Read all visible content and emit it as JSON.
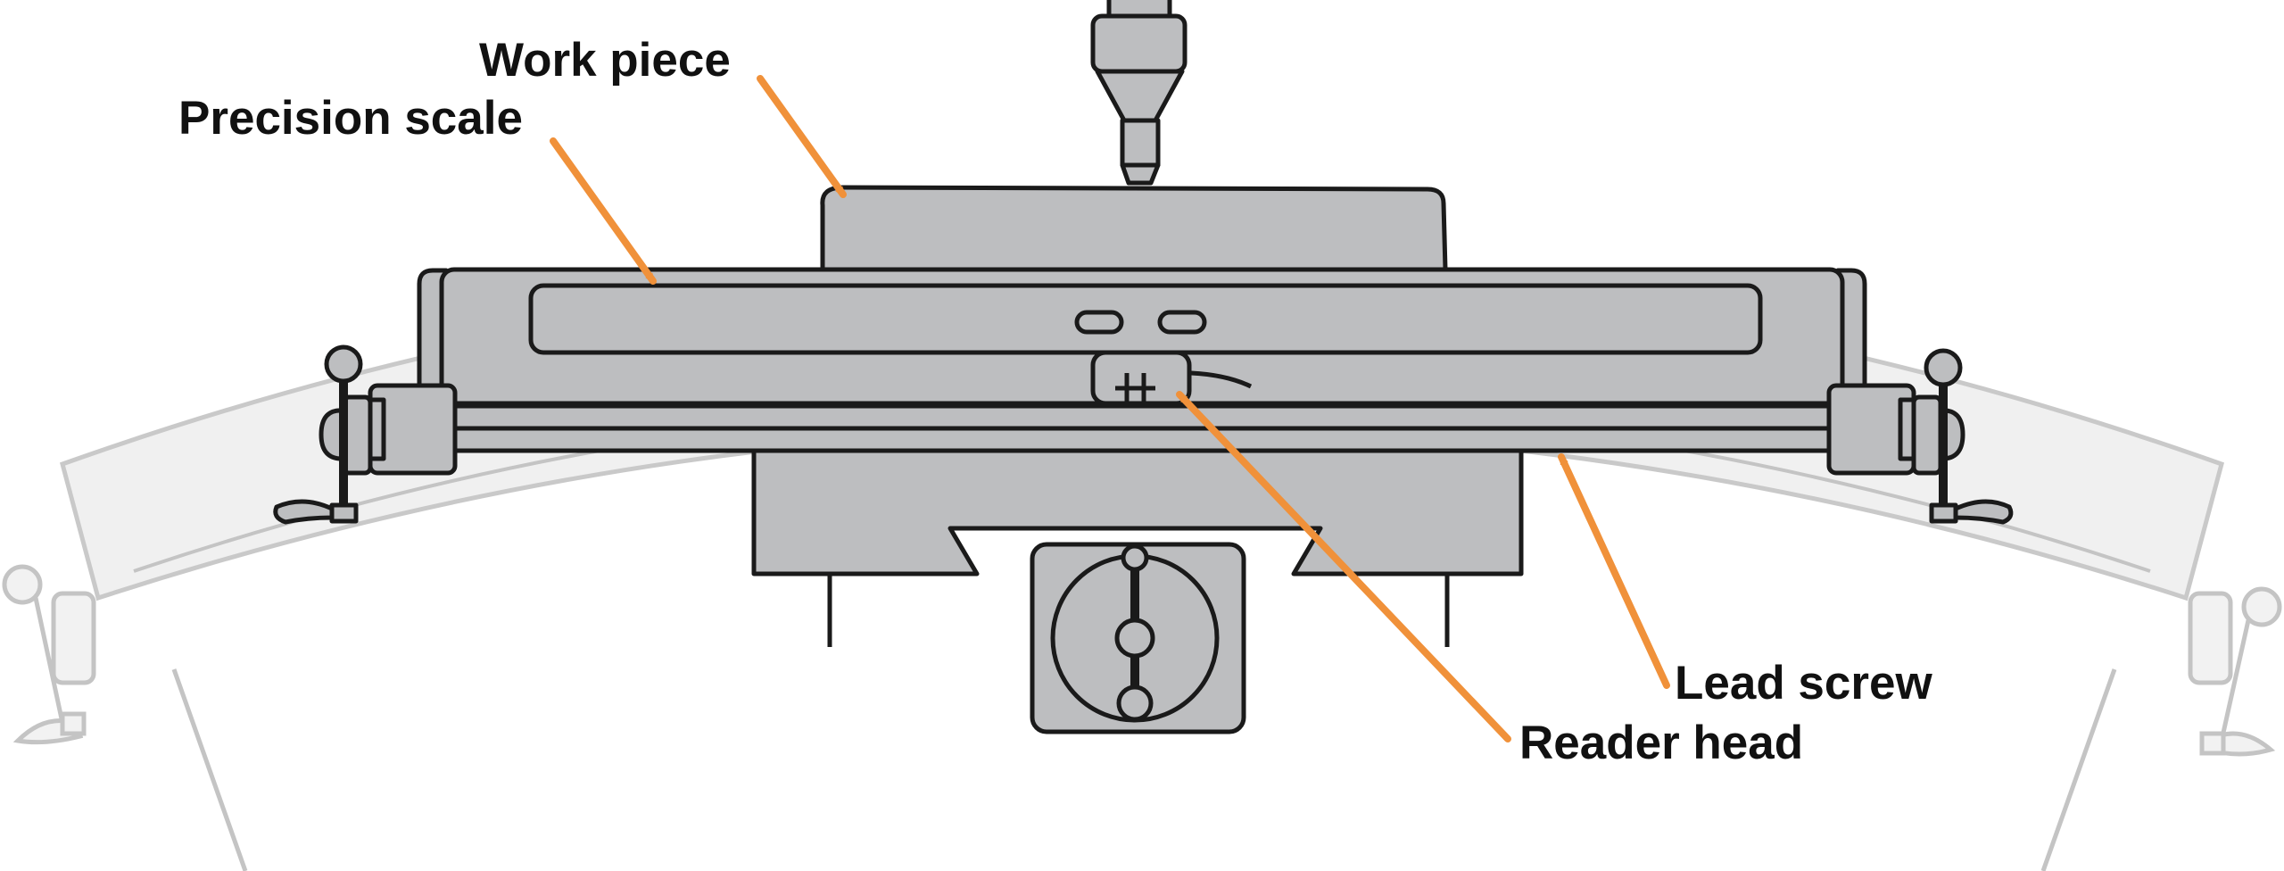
{
  "labels": {
    "work_piece": "Work piece",
    "precision_scale": "Precision scale",
    "lead_screw": "Lead screw",
    "reader_head": "Reader head"
  },
  "colors": {
    "arrow": "#F0913A",
    "machine_fill": "#BDBEC0",
    "outline": "#1A1A1A",
    "ghost_fill": "#EFEFEF",
    "ghost_stroke": "#C4C4C4",
    "background": "#FFFFFF"
  }
}
